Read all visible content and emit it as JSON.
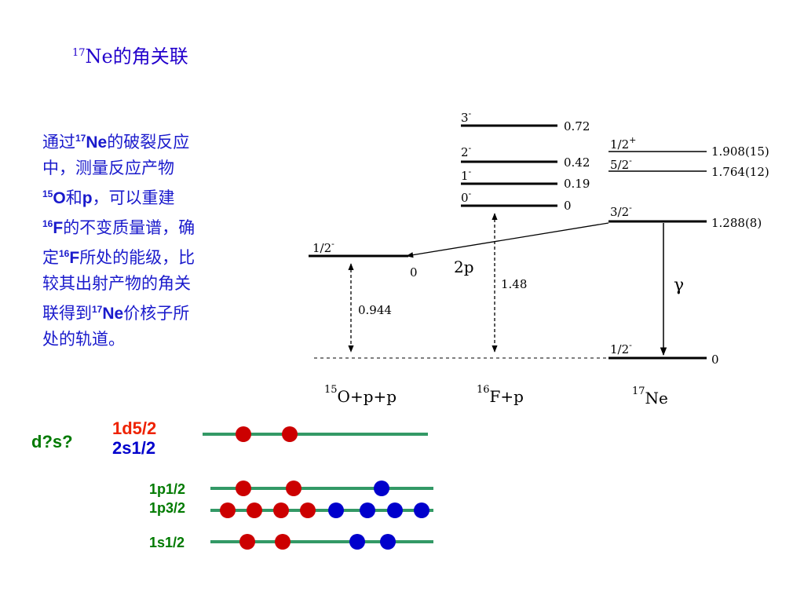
{
  "title": {
    "mass": "17",
    "text": "Ne的角关联"
  },
  "description": {
    "lines": [
      [
        "通过",
        {
          "sup": "17"
        },
        {
          "b": "Ne"
        },
        "的破裂反应"
      ],
      [
        "中，测量反应产物"
      ],
      [
        {
          "sup": "15"
        },
        {
          "b": "O"
        },
        "和",
        {
          "b": "p"
        },
        "，可以重建"
      ],
      [
        {
          "sup": "16"
        },
        {
          "b": "F"
        },
        "的不变质量谱，确"
      ],
      [
        "定",
        {
          "sup": "16"
        },
        {
          "b": "F"
        },
        "所处的能级，比"
      ],
      [
        "较其出射产物的角关"
      ],
      [
        "联得到",
        {
          "sup": "17"
        },
        {
          "b": "Ne"
        },
        "价核子所"
      ],
      [
        "处的轨道。"
      ]
    ]
  },
  "level_diagram": {
    "f16_levels": [
      {
        "spin": "3",
        "parity": "-",
        "energy": "0.72"
      },
      {
        "spin": "2",
        "parity": "-",
        "energy": "0.42"
      },
      {
        "spin": "1",
        "parity": "-",
        "energy": "0.19"
      },
      {
        "spin": "0",
        "parity": "-",
        "energy": "0"
      }
    ],
    "ne17_levels": [
      {
        "spin": "1/2",
        "parity": "+",
        "energy": "1.908(15)"
      },
      {
        "spin": "5/2",
        "parity": "-",
        "energy": "1.764(12)"
      },
      {
        "spin": "3/2",
        "parity": "-",
        "energy": "1.288(8)"
      },
      {
        "spin": "1/2",
        "parity": "-",
        "energy": "0"
      }
    ],
    "o15_level": {
      "spin": "1/2",
      "parity": "-",
      "energy": "0"
    },
    "arrow_labels": {
      "two_p": "2p",
      "gamma": "γ",
      "gap_o15": "0.944",
      "gap_f16": "1.48"
    },
    "nuclei": [
      {
        "mass": "15",
        "rest": "O+p+p"
      },
      {
        "mass": "16",
        "rest": "F+p"
      },
      {
        "mass": "17",
        "rest": "Ne"
      }
    ]
  },
  "orbitals": {
    "question": "d?s?",
    "shells": [
      {
        "label": "1d5/2",
        "color": "#ee2200",
        "protons": 2,
        "neutrons": 0
      },
      {
        "label": "2s1/2",
        "color": "#0000cc"
      },
      {
        "label": "1p1/2",
        "protons": 2,
        "neutrons": 1
      },
      {
        "label": "1p3/2",
        "protons": 4,
        "neutrons": 4
      },
      {
        "label": "1s1/2",
        "protons": 2,
        "neutrons": 2
      }
    ],
    "colors": {
      "line": "#339966",
      "proton": "#cc0000",
      "neutron": "#0000cc",
      "label": "#007a00"
    }
  }
}
